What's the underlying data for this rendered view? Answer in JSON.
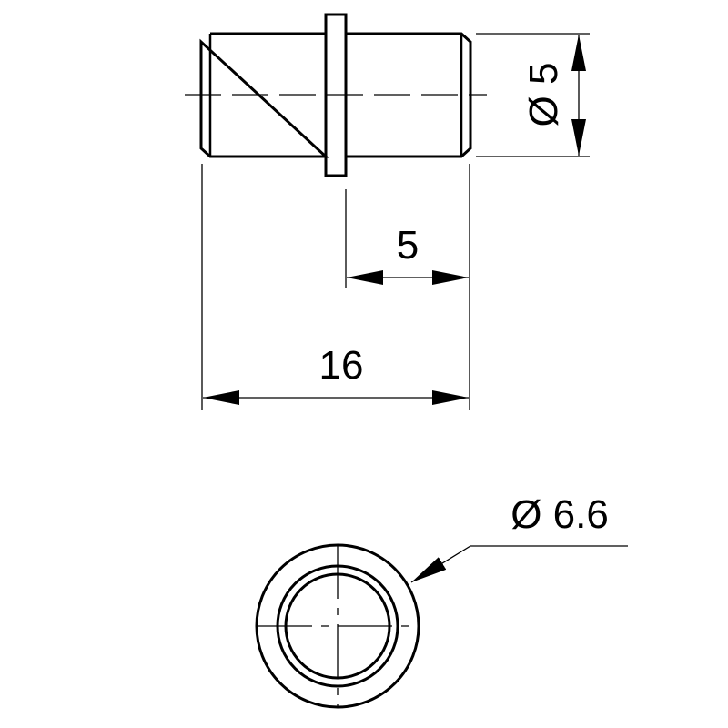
{
  "drawing": {
    "diameter_label": "Ø 5",
    "length_partial_label": "5",
    "length_total_label": "16",
    "end_diameter_label": "Ø 6.6"
  },
  "colors": {
    "line": "#000000",
    "background": "#ffffff"
  }
}
